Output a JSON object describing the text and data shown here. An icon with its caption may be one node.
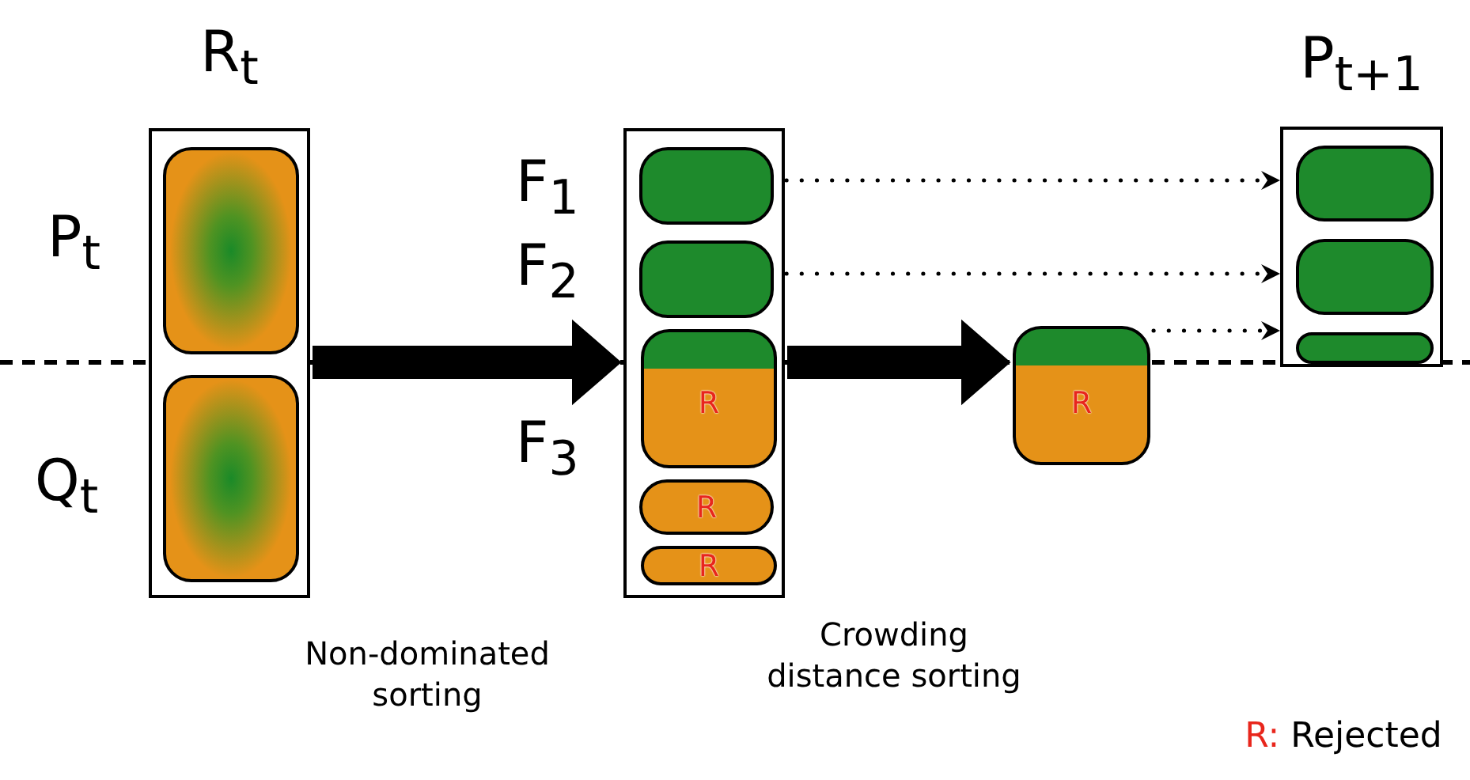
{
  "diagram": {
    "nodes": [
      {
        "text": [
          "R$_{t}$"
        ]
      },
      {
        "text": [],
        "shape": "box",
        "in": 0,
        "beside": [
          "P$_{t}$"
        ]
      },
      {
        "text": [],
        "shape": "box",
        "in": 0,
        "beside": [
          "Q$_{t}$"
        ]
      },
      {
        "text": [],
        "shape": "box"
      },
      {
        "text": [],
        "shape": "box",
        "in": 3,
        "beside": [
          "F$_{1}$"
        ]
      },
      {
        "text": [],
        "shape": "box",
        "in": 3,
        "beside": [
          "F$_{2}$"
        ]
      },
      {
        "text": [
          "R"
        ],
        "in": 3,
        "beside": [
          "F$_{3}$"
        ]
      },
      {
        "text": [
          "R"
        ],
        "in": 3
      },
      {
        "text": [
          "R"
        ],
        "in": 3
      },
      {
        "text": [
          "R"
        ]
      },
      {
        "text": [
          "P$_{t+1}$"
        ]
      },
      {
        "text": [],
        "shape": "box",
        "in": 10
      },
      {
        "text": [],
        "shape": "box",
        "in": 10
      },
      {
        "text": [],
        "shape": "box",
        "in": 10
      }
    ],
    "edges": [
      {
        "from": 0,
        "to": 3,
        "arrow": "to",
        "style": "thick"
      },
      {
        "from": 3,
        "to": 9,
        "arrow": "to",
        "style": "thick"
      },
      {
        "from": 4,
        "to": 11,
        "arrow": "to",
        "style": "dashed"
      },
      {
        "from": 5,
        "to": 12,
        "arrow": "to",
        "style": "dashed"
      },
      {
        "from": 9,
        "to": 13,
        "arrow": "to",
        "style": "dashed"
      }
    ],
    "labels": [
      "Non-dominated sorting",
      "Crowding distance sorting",
      "R: Rejected"
    ]
  }
}
